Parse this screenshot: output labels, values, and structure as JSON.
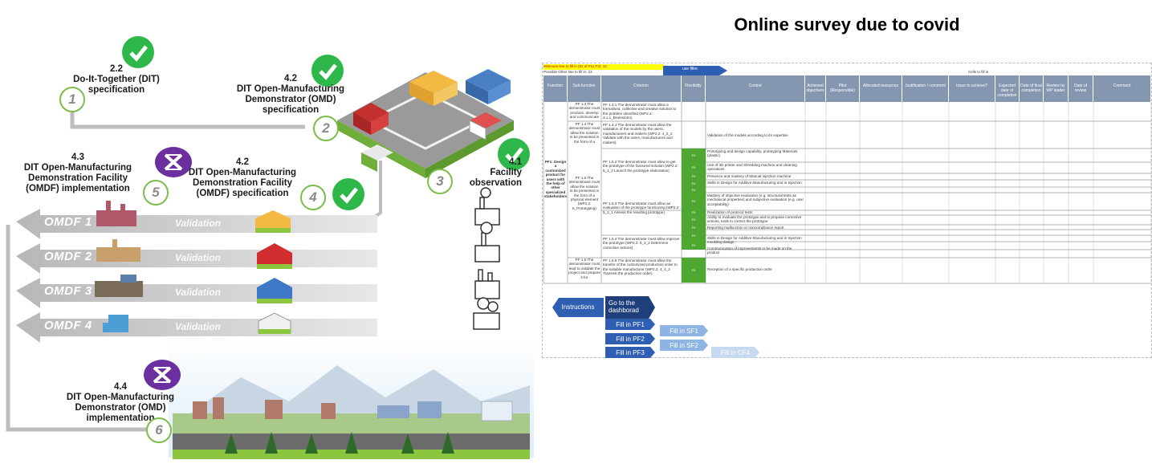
{
  "left": {
    "steps": [
      {
        "id": "2.2",
        "title": "Do-It-Together (DIT) specification",
        "num": "1"
      },
      {
        "id": "4.2",
        "title": "DIT Open-Manufacturing Demonstrator (OMD) specification",
        "num": "2"
      },
      {
        "id": "4.1",
        "title": "Facility observation",
        "num": "3"
      },
      {
        "id": "4.2",
        "title": "DIT Open-Manufacturing Demonstration Facility (OMDF) specification",
        "num": "4"
      },
      {
        "id": "4.3",
        "title": "DIT Open-Manufacturing Demonstration Facility (OMDF) implementation",
        "num": "5"
      },
      {
        "id": "4.4",
        "title": "DIT Open-Manufacturing Demonstrator (OMD) implementation",
        "num": "6"
      }
    ],
    "bands": [
      {
        "label": "OMDF 1",
        "validation": "Validation"
      },
      {
        "label": "OMDF 2",
        "validation": "Validation"
      },
      {
        "label": "OMDF 3",
        "validation": "Validation"
      },
      {
        "label": "OMDF 4",
        "validation": "Validation"
      }
    ],
    "colors": {
      "check": "#2fb84a",
      "cross": "#6b2fa0",
      "ring": "#7cbd4a"
    }
  },
  "right": {
    "title": "Online survey due to covid",
    "top_bar": {
      "min_line": "Minimum line to fill in (91 of F11,F2):  13",
      "possible_line": "Possible Other line to fill in:  23",
      "use_filter": "use filtre",
      "cells": "Cells to fill in"
    },
    "headers": [
      "Function",
      "Sub-function",
      "Criterion",
      "Flexibility",
      "Control",
      "Achieved objectives",
      "Pilot (Responsible)",
      "Allocated resources",
      "Justification / comment",
      "Issue to achieve?",
      "Expected date of completion",
      "Date of final completion",
      "Review by WP leader",
      "Date of review",
      "Comment"
    ],
    "function_cell": "PF1: Design a customized product for users with the help of other specialized stakeholders",
    "subfunctions": [
      "PF 1.3 The demonstrator must produce, develop and communicate",
      "PF 1.4 The demonstrator must allow the solution to be presented in the form of a",
      "PF 1.5 The demonstrator must allow the solution to be presented in the form of a physical element (WP2.2: 5_Prototyping)",
      "PF 1.6 The demonstrator must lead to validate the project and prepare it for"
    ],
    "criteria": [
      "PF 1.3.1 The demonstrator must allow a formalised, collective and creative solution to the problem identified (WP2.2: 3.1.1_Brainstorm)",
      "PF 1.4.4 The demonstrator must allow the validation of the models by the users, manufacturers and makers (WP2.2: 4_2_2 Validate with the users, manufacturers and makers)",
      "PF 1.5.2 The demonstrator must allow to get the prototype of the favoured solution (WP2.2: 5_1_2 Launch the prototype elaboration)",
      "PF 1.5.3 The demonstrator must allow an evaluation of the prototype functioning (WP2.2: 5_2_1 Assess the resulting prototype)",
      "PF 1.5.4 The demonstrator must allow improve the prototype (WP2.2: 5_2_2 Determine corrective actions)",
      "PF 1.6.9 The demonstrator must allow the transfer of the customized production order to the suitable manufacturer (WP2.2: 4_4_2 Transmit the production order)"
    ],
    "controls": [
      "Validation of the models according to its expertise",
      "Prototyping and design capability, prototyping Materials (plastic)",
      "Use of 3D printer and Shredding machine and cleaning operations",
      "Presence and mastery of Manual injection machine",
      "Skills in Design for Additive Manufacturing and in Injection",
      "Mastery of objective evaluation (e.g. structural tests as mechanical properties) and subjective evaluation (e.g. user acceptability)",
      "Realization of protocol tests",
      "Ability to evaluate the prototype and to propose corrective actions, tools to correct the prototype",
      "Reporting malfunction or noncompliance report",
      "Skills in Design for Additive Manufacturing and in Injection moulding design",
      "Communication of improvements to be made on the product",
      "Reception of a specific production order"
    ],
    "flex": "F0",
    "buttons": {
      "instructions": "Instructions",
      "dashboard": "Go to the dashborad",
      "pf1": "Fill in  PF1",
      "pf2": "Fill in PF2",
      "pf3": "Fill in PF3",
      "sf1": "Fill in  SF1",
      "sf2": "Fill in  SF2",
      "cf4": "Fill in  CF4"
    },
    "colors": {
      "header": "#8496b0",
      "green": "#4ea72e",
      "yellow": "#ffff00",
      "btn_dark": "#2f5fb3",
      "btn_light": "#8eb4e3"
    }
  }
}
